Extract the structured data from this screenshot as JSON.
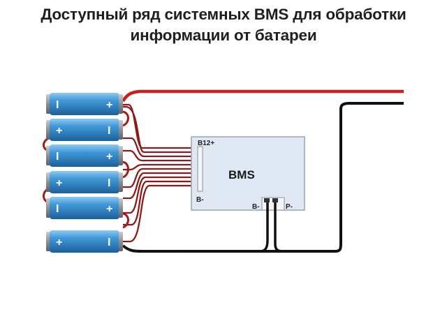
{
  "title": {
    "line1": "Доступный ряд системных BMS для обработки",
    "line2": "информации от батареи"
  },
  "bms": {
    "label": "BMS",
    "pin_b12": "B12+",
    "pin_bminus": "B-",
    "pin_b_out": "B-",
    "pin_p_out": "P-"
  },
  "batteries": [
    {
      "left": "I",
      "right": "+"
    },
    {
      "left": "+",
      "right": "I"
    },
    {
      "left": "I",
      "right": "+"
    },
    {
      "left": "+",
      "right": "I"
    },
    {
      "left": "I",
      "right": "+"
    },
    {
      "left": "+",
      "right": "I"
    }
  ],
  "colors": {
    "wire_red": "#c8201e",
    "wire_black": "#111111",
    "cell_blue": "#3a8fd0",
    "bms_fill": "#dfe8f3"
  }
}
